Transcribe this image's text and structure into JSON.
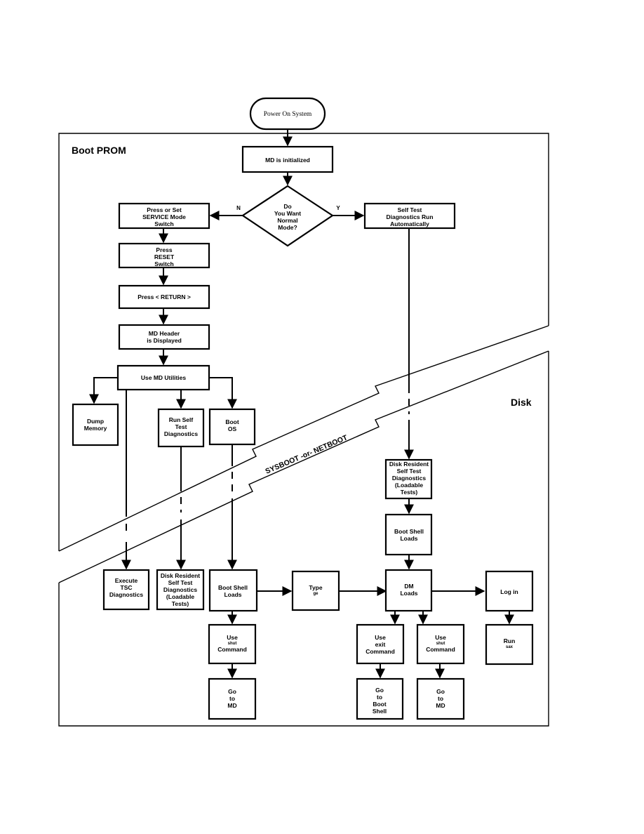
{
  "regions": {
    "boot_prom": "Boot PROM",
    "disk": "Disk",
    "divider": "SYSBOOT -or- NETBOOT"
  },
  "branch_labels": {
    "no": "N",
    "yes": "Y"
  },
  "nodes": {
    "power_on": [
      "Power On System"
    ],
    "md_init": [
      "MD is initialized"
    ],
    "decision": [
      "Do",
      "You Want",
      "Normal",
      "Mode?"
    ],
    "press_set": [
      "Press or Set",
      "SERVICE Mode",
      "Switch"
    ],
    "self_test_auto": [
      "Self Test",
      "Diagnostics Run",
      "Automatically"
    ],
    "press_reset": [
      "Press",
      "RESET",
      "Switch"
    ],
    "press_return": [
      "Press  < RETURN >"
    ],
    "md_header": [
      "MD Header",
      "is Displayed"
    ],
    "use_md": [
      "Use MD Utilities"
    ],
    "dump_memory": [
      "Dump",
      "Memory"
    ],
    "run_self_test": [
      "Run Self",
      "Test",
      "Diagnostics"
    ],
    "boot_os": [
      "Boot",
      "OS"
    ],
    "disk_resident_right": [
      "Disk Resident",
      "Self Test",
      "Diagnostics",
      "(Loadable",
      "Tests)"
    ],
    "boot_shell_right": [
      "Boot Shell",
      "Loads"
    ],
    "execute_tsc": [
      "Execute",
      "TSC",
      "Diagnostics"
    ],
    "disk_resident_left": [
      "Disk Resident",
      "Self Test",
      "Diagnostics",
      "(Loadable",
      "Tests)"
    ],
    "boot_shell_left": [
      "Boot Shell",
      "Loads"
    ],
    "type_ge": [
      "Type",
      "ge"
    ],
    "dm_loads": [
      "DM",
      "Loads"
    ],
    "log_in": [
      "Log in"
    ],
    "use_shut_left": [
      "Use",
      "shut",
      "Command"
    ],
    "use_exit": [
      "Use",
      "exit",
      "Command"
    ],
    "use_shut_right": [
      "Use",
      "shut",
      "Command"
    ],
    "run_sax": [
      "Run",
      "sax"
    ],
    "go_md_left": [
      "Go",
      "to",
      "MD"
    ],
    "go_boot_shell": [
      "Go",
      "to",
      "Boot",
      "Shell"
    ],
    "go_md_right": [
      "Go",
      "to",
      "MD"
    ]
  }
}
